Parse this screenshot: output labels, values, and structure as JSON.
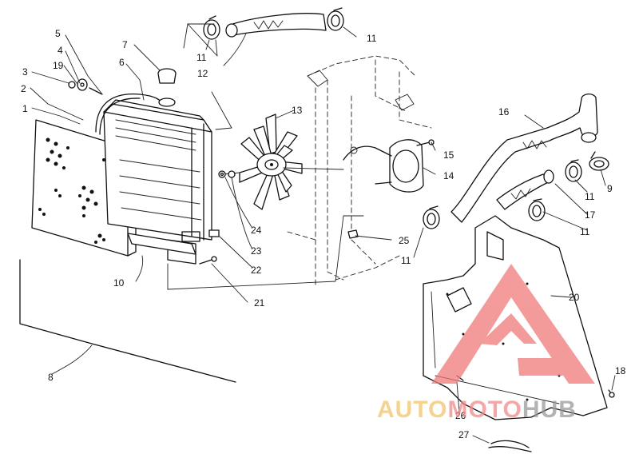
{
  "callouts": [
    {
      "id": "c1",
      "text": "1"
    },
    {
      "id": "c2",
      "text": "2"
    },
    {
      "id": "c3",
      "text": "3"
    },
    {
      "id": "c19",
      "text": "19"
    },
    {
      "id": "c4",
      "text": "4"
    },
    {
      "id": "c5",
      "text": "5"
    },
    {
      "id": "c6",
      "text": "6"
    },
    {
      "id": "c7",
      "text": "7"
    },
    {
      "id": "c11a",
      "text": "11"
    },
    {
      "id": "c12",
      "text": "12"
    },
    {
      "id": "c11b",
      "text": "11"
    },
    {
      "id": "c13",
      "text": "13"
    },
    {
      "id": "c15",
      "text": "15"
    },
    {
      "id": "c14",
      "text": "14"
    },
    {
      "id": "c16",
      "text": "16"
    },
    {
      "id": "c9",
      "text": "9"
    },
    {
      "id": "c11c",
      "text": "11"
    },
    {
      "id": "c17",
      "text": "17"
    },
    {
      "id": "c11d",
      "text": "11"
    },
    {
      "id": "c24",
      "text": "24"
    },
    {
      "id": "c23",
      "text": "23"
    },
    {
      "id": "c22",
      "text": "22"
    },
    {
      "id": "c25",
      "text": "25"
    },
    {
      "id": "c11e",
      "text": "11"
    },
    {
      "id": "c10",
      "text": "10"
    },
    {
      "id": "c21",
      "text": "21"
    },
    {
      "id": "c20",
      "text": "20"
    },
    {
      "id": "c8",
      "text": "8"
    },
    {
      "id": "c18",
      "text": "18"
    },
    {
      "id": "c26",
      "text": "26"
    },
    {
      "id": "c27",
      "text": "27"
    }
  ],
  "watermark": {
    "part1": "AUTO",
    "part2": "MOTO",
    "part3": "HUB",
    "colors": {
      "auto": "#f2c46a",
      "moto": "#f08a8a",
      "hub": "#9a9a9a",
      "triangle": "#f07a7a"
    }
  }
}
